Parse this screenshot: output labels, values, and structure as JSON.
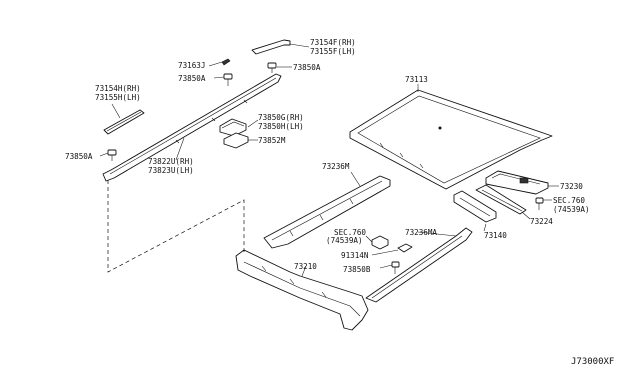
{
  "diagram": {
    "labels": {
      "l73154f": "73154F(RH)",
      "l73155f": "73155F(LH)",
      "l73163j": "73163J",
      "l73850a_top": "73850A",
      "l73850a_mid": "73850A",
      "l73850a_left": "73850A",
      "l73154h": "73154H(RH)",
      "l73155h": "73155H(LH)",
      "l73850g": "73850G(RH)",
      "l73850h": "73850H(LH)",
      "l73852m": "73852M",
      "l73822u": "73822U(RH)",
      "l73823u": "73823U(LH)",
      "l73113": "73113",
      "l73236m": "73236M",
      "l73230": "73230",
      "l_sec760_r": "SEC.760",
      "l74539a_r": "(74539A)",
      "l73224": "73224",
      "l73140": "73140",
      "l_sec760_l": "SEC.760",
      "l74539a_l": "(74539A)",
      "l73236ma": "73236MA",
      "l91314n": "91314N",
      "l73850b": "73850B",
      "l73210": "73210",
      "diagram_code": "J73000XF"
    }
  }
}
